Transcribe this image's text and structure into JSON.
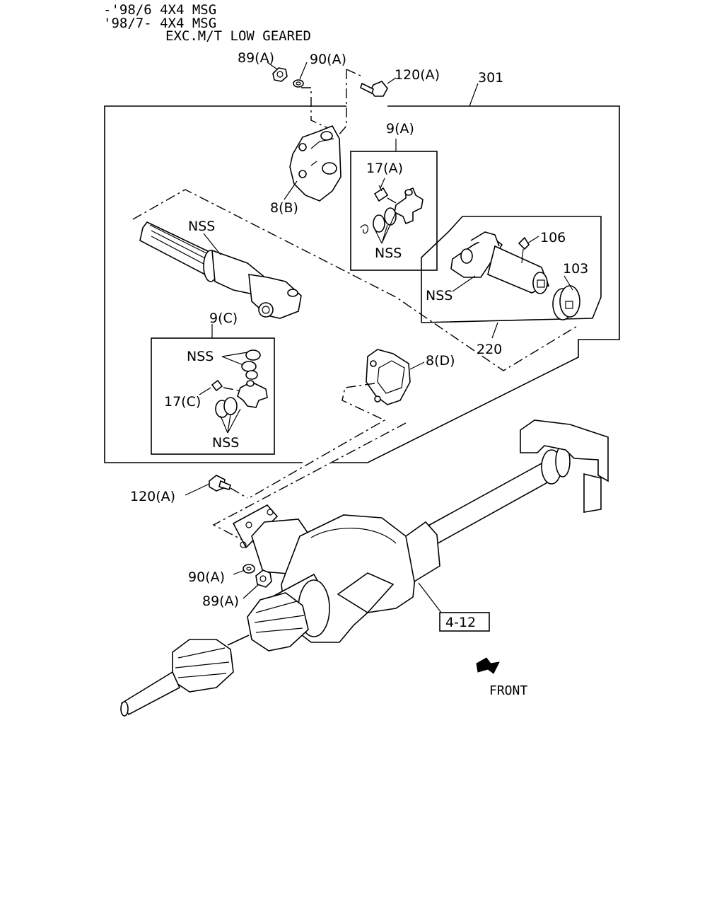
{
  "header": {
    "line1": "-'98/6 4X4 MSG",
    "line2": "'98/7- 4X4 MSG",
    "line3": "EXC.M/T LOW GEARED"
  },
  "labels": {
    "p89a_top": "89(A)",
    "p90a_top": "90(A)",
    "p120a_top": "120(A)",
    "p301": "301",
    "p9a": "9(A)",
    "p17a": "17(A)",
    "p8b": "8(B)",
    "nss_shaft": "NSS",
    "nss_9a": "NSS",
    "p106": "106",
    "p103": "103",
    "nss_220": "NSS",
    "p220": "220",
    "p9c": "9(C)",
    "nss_9c_top": "NSS",
    "p17c": "17(C)",
    "nss_9c_bottom": "NSS",
    "p8d": "8(D)",
    "p120a_bottom": "120(A)",
    "p90a_bottom": "90(A)",
    "p89a_bottom": "89(A)",
    "ref_4_12": "4-12",
    "front": "FRONT"
  },
  "icons": {
    "front_arrow": "front-arrow-icon"
  }
}
